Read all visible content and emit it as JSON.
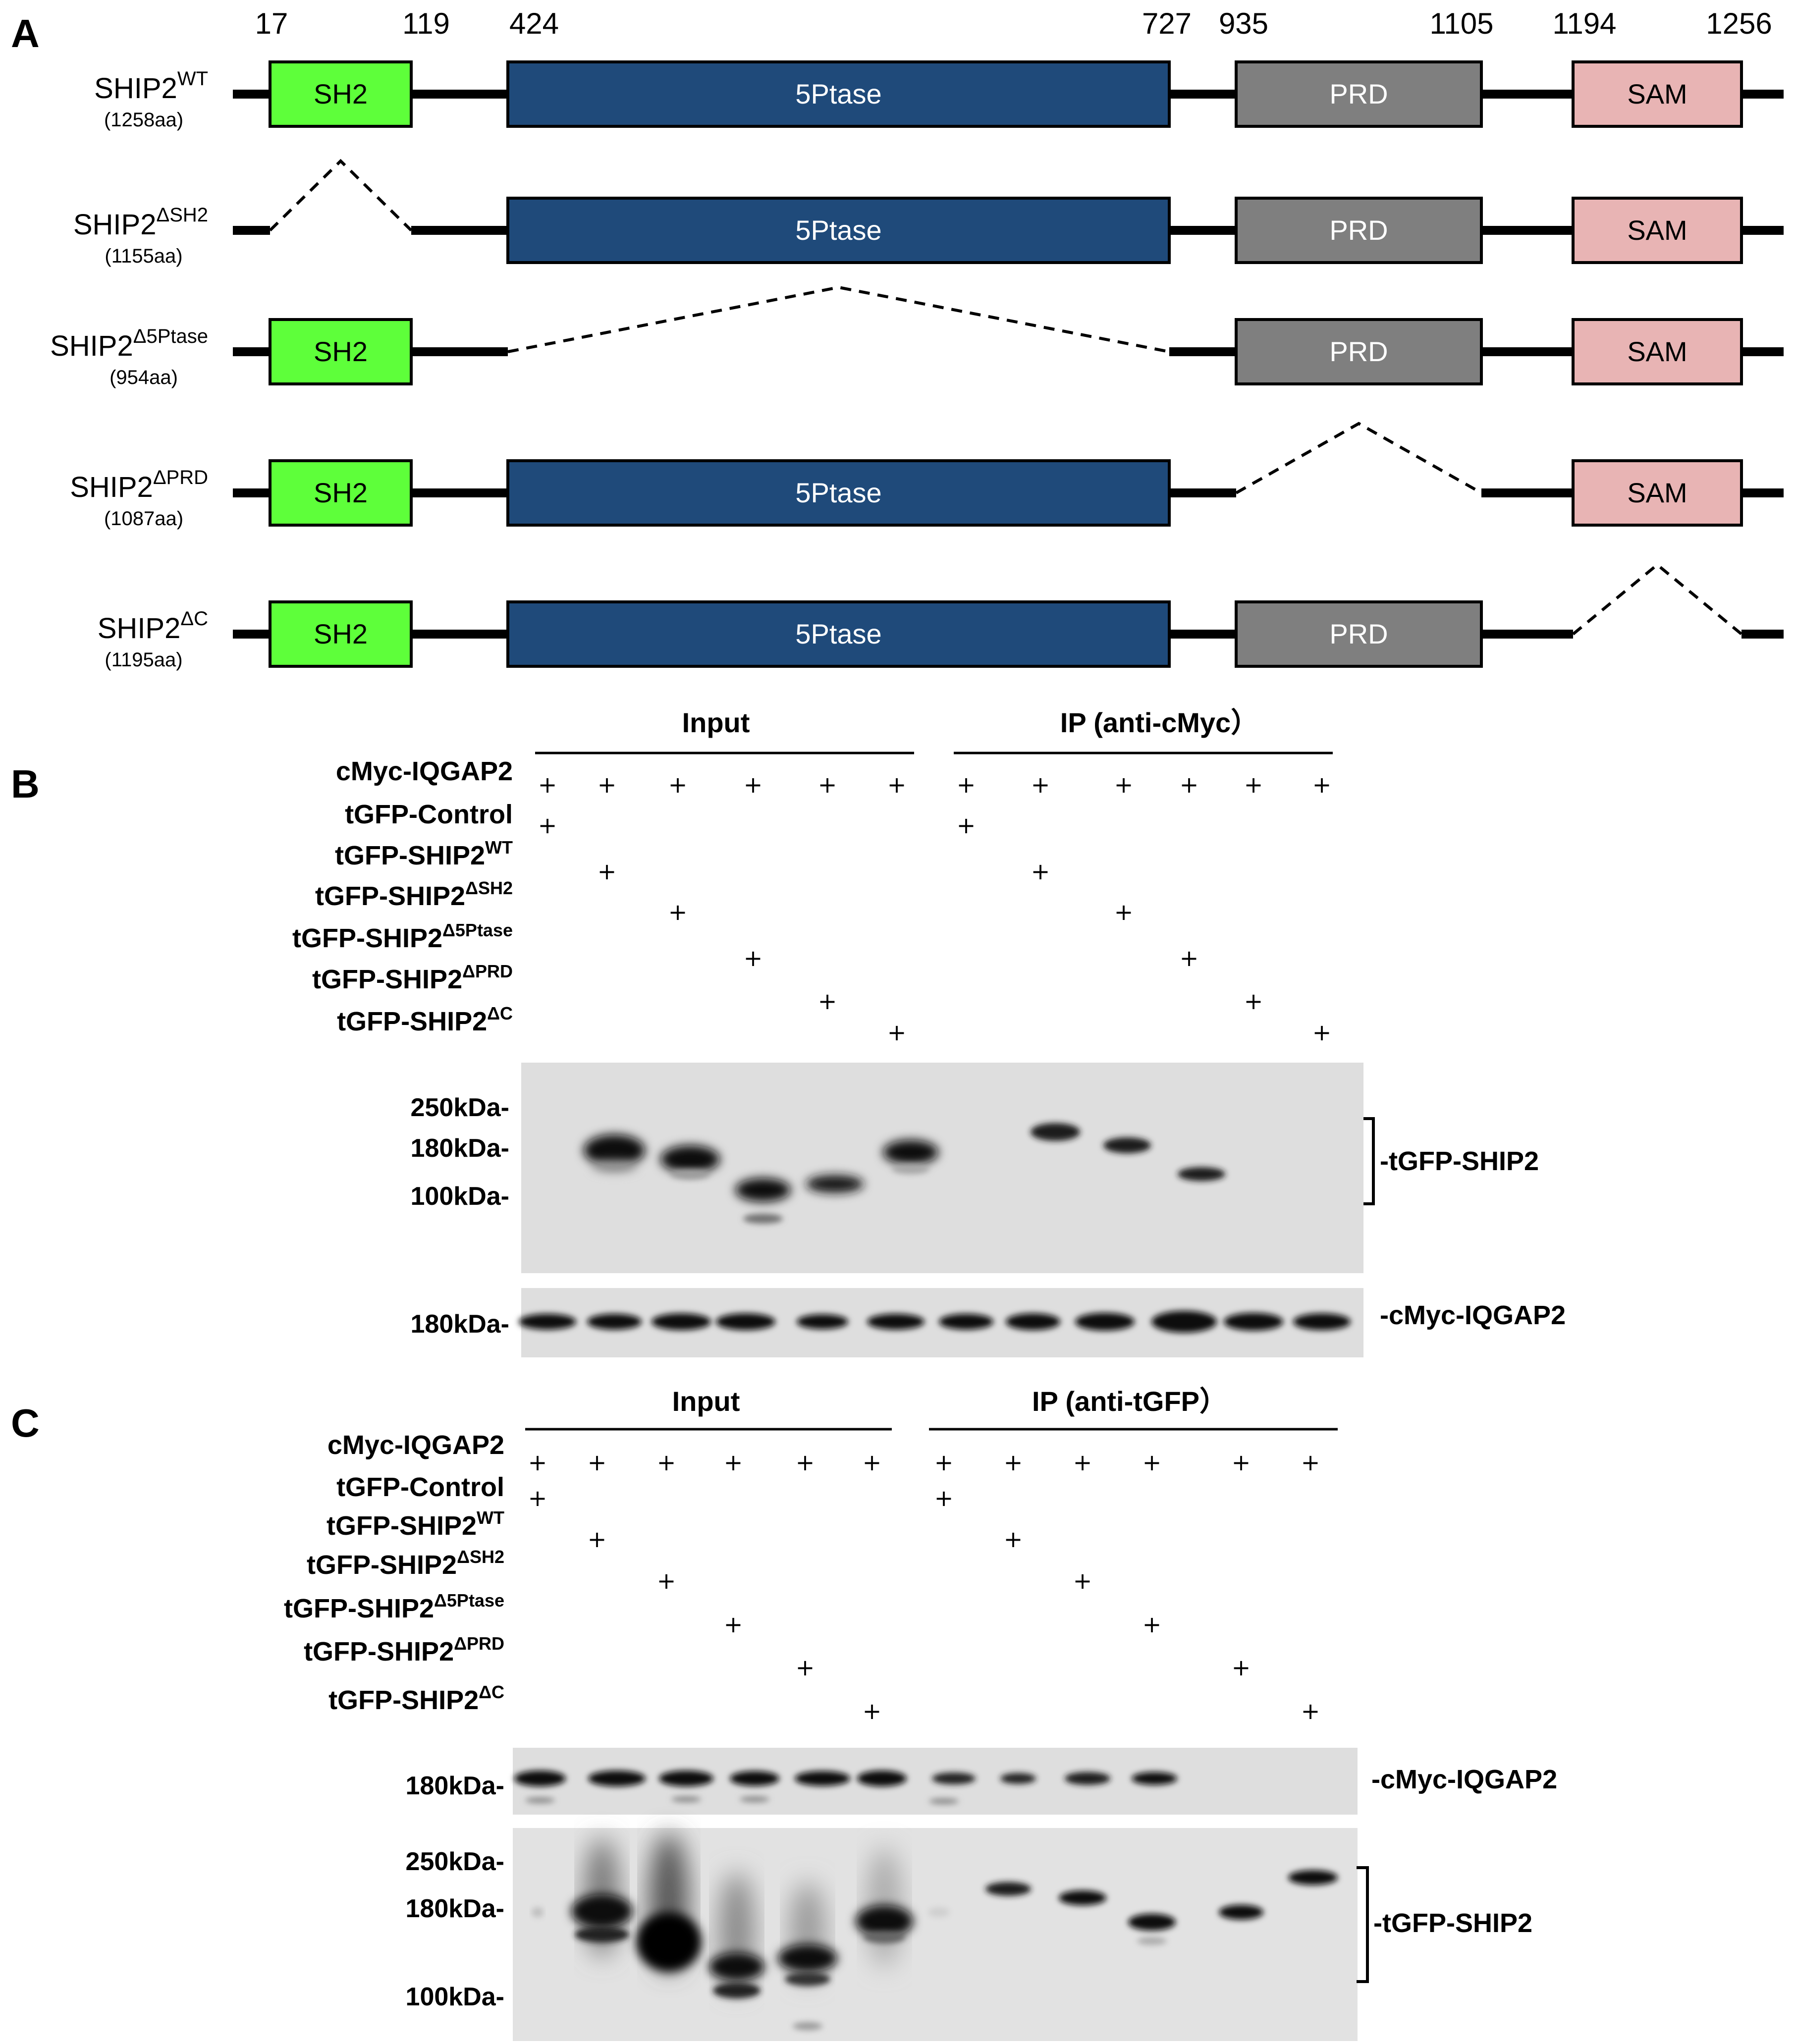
{
  "panelA": {
    "label": "A",
    "positions": [
      "17",
      "119",
      "424",
      "727",
      "935",
      "1105",
      "1194",
      "1256"
    ],
    "domains": {
      "sh2": {
        "label": "SH2",
        "color": "#5eff3a"
      },
      "ptase": {
        "label": "5Ptase",
        "color": "#1f4a7a"
      },
      "prd": {
        "label": "PRD",
        "color": "#7f7f7f"
      },
      "sam": {
        "label": "SAM",
        "color": "#e8b4b4"
      }
    },
    "constructs": [
      {
        "name": "SHIP2",
        "sup": "WT",
        "length": "(1258aa)",
        "deleted": null
      },
      {
        "name": "SHIP2",
        "sup": "ΔSH2",
        "length": "(1155aa)",
        "deleted": "sh2"
      },
      {
        "name": "SHIP2",
        "sup": "Δ5Ptase",
        "length": "(954aa)",
        "deleted": "ptase"
      },
      {
        "name": "SHIP2",
        "sup": "ΔPRD",
        "length": "(1087aa)",
        "deleted": "prd"
      },
      {
        "name": "SHIP2",
        "sup": "ΔC",
        "length": "(1195aa)",
        "deleted": "sam"
      }
    ]
  },
  "panelB": {
    "label": "B",
    "groups": [
      "Input",
      "IP (anti-cMyc）"
    ],
    "rows": [
      {
        "name": "cMyc-IQGAP2",
        "sup": ""
      },
      {
        "name": "tGFP-Control",
        "sup": ""
      },
      {
        "name": "tGFP-SHIP2",
        "sup": "WT"
      },
      {
        "name": "tGFP-SHIP2",
        "sup": "ΔSH2"
      },
      {
        "name": "tGFP-SHIP2",
        "sup": "Δ5Ptase"
      },
      {
        "name": "tGFP-SHIP2",
        "sup": "ΔPRD"
      },
      {
        "name": "tGFP-SHIP2",
        "sup": "ΔC"
      }
    ],
    "plus_sign": "+",
    "blot1": {
      "markers": [
        "250kDa-",
        "180kDa-",
        "100kDa-"
      ],
      "band_label": "-tGFP-SHIP2"
    },
    "blot2": {
      "markers": [
        "180kDa-"
      ],
      "band_label": "-cMyc-IQGAP2"
    }
  },
  "panelC": {
    "label": "C",
    "groups": [
      "Input",
      "IP (anti-tGFP）"
    ],
    "rows": [
      {
        "name": "cMyc-IQGAP2",
        "sup": ""
      },
      {
        "name": "tGFP-Control",
        "sup": ""
      },
      {
        "name": "tGFP-SHIP2",
        "sup": "WT"
      },
      {
        "name": "tGFP-SHIP2",
        "sup": "ΔSH2"
      },
      {
        "name": "tGFP-SHIP2",
        "sup": "Δ5Ptase"
      },
      {
        "name": "tGFP-SHIP2",
        "sup": "ΔPRD"
      },
      {
        "name": "tGFP-SHIP2",
        "sup": "ΔC"
      }
    ],
    "plus_sign": "+",
    "blot1": {
      "markers": [
        "180kDa-"
      ],
      "band_label": "-cMyc-IQGAP2"
    },
    "blot2": {
      "markers": [
        "250kDa-",
        "180kDa-",
        "100kDa-"
      ],
      "band_label": "-tGFP-SHIP2"
    }
  }
}
